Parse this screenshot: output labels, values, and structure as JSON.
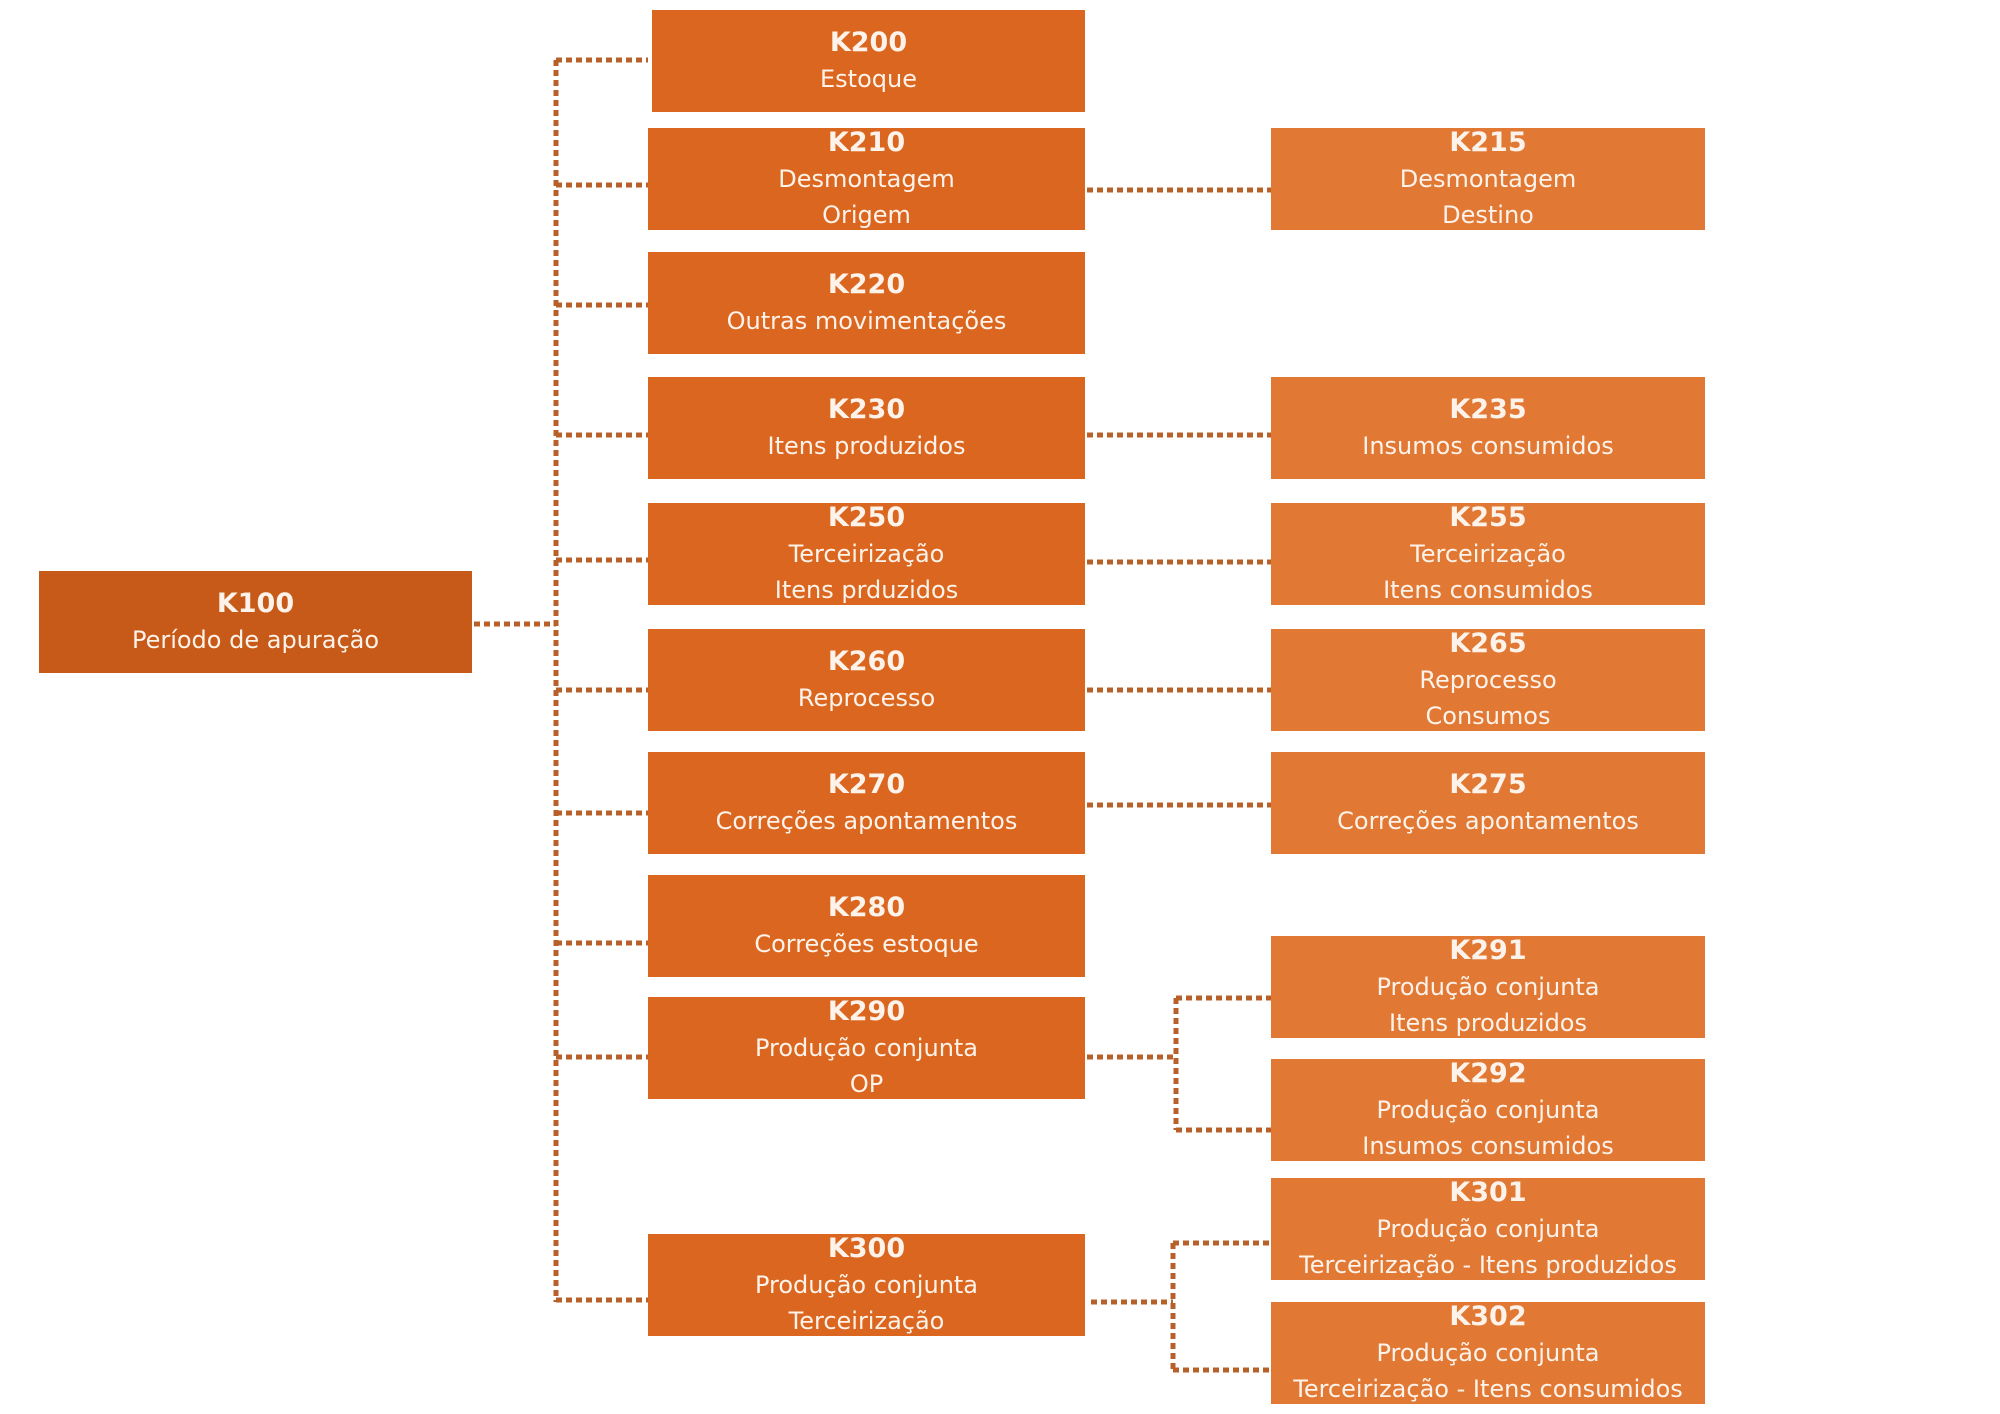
{
  "colors": {
    "root_box": "#c75a18",
    "level1_box": "#db661f",
    "level2_box": "#e17834",
    "connector": "#b8602a",
    "text": "#fdf3ea"
  },
  "root": {
    "code": "K100",
    "lines": [
      "Período de apuração"
    ]
  },
  "level1": [
    {
      "id": "k200",
      "code": "K200",
      "lines": [
        "Estoque"
      ]
    },
    {
      "id": "k210",
      "code": "K210",
      "lines": [
        "Desmontagem",
        "Origem"
      ]
    },
    {
      "id": "k220",
      "code": "K220",
      "lines": [
        "Outras movimentações"
      ]
    },
    {
      "id": "k230",
      "code": "K230",
      "lines": [
        "Itens produzidos"
      ]
    },
    {
      "id": "k250",
      "code": "K250",
      "lines": [
        "Terceirização",
        "Itens prduzidos"
      ]
    },
    {
      "id": "k260",
      "code": "K260",
      "lines": [
        "Reprocesso"
      ]
    },
    {
      "id": "k270",
      "code": "K270",
      "lines": [
        "Correções apontamentos"
      ]
    },
    {
      "id": "k280",
      "code": "K280",
      "lines": [
        "Correções estoque"
      ]
    },
    {
      "id": "k290",
      "code": "K290",
      "lines": [
        "Produção conjunta",
        "OP"
      ]
    },
    {
      "id": "k300",
      "code": "K300",
      "lines": [
        "Produção conjunta",
        "Terceirização"
      ]
    }
  ],
  "level2": [
    {
      "id": "k215",
      "parent": "k210",
      "code": "K215",
      "lines": [
        "Desmontagem",
        "Destino"
      ]
    },
    {
      "id": "k235",
      "parent": "k230",
      "code": "K235",
      "lines": [
        "Insumos consumidos"
      ]
    },
    {
      "id": "k255",
      "parent": "k250",
      "code": "K255",
      "lines": [
        "Terceirização",
        "Itens consumidos"
      ]
    },
    {
      "id": "k265",
      "parent": "k260",
      "code": "K265",
      "lines": [
        "Reprocesso",
        "Consumos"
      ]
    },
    {
      "id": "k275",
      "parent": "k270",
      "code": "K275",
      "lines": [
        "Correções apontamentos"
      ]
    },
    {
      "id": "k291",
      "parent": "k290",
      "code": "K291",
      "lines": [
        "Produção conjunta",
        "Itens produzidos"
      ]
    },
    {
      "id": "k292",
      "parent": "k290",
      "code": "K292",
      "lines": [
        "Produção conjunta",
        "Insumos consumidos"
      ]
    },
    {
      "id": "k301",
      "parent": "k300",
      "code": "K301",
      "lines": [
        "Produção conjunta",
        "Terceirização - Itens produzidos"
      ]
    },
    {
      "id": "k302",
      "parent": "k300",
      "code": "K302",
      "lines": [
        "Produção conjunta",
        "Terceirização - Itens consumidos"
      ]
    }
  ]
}
